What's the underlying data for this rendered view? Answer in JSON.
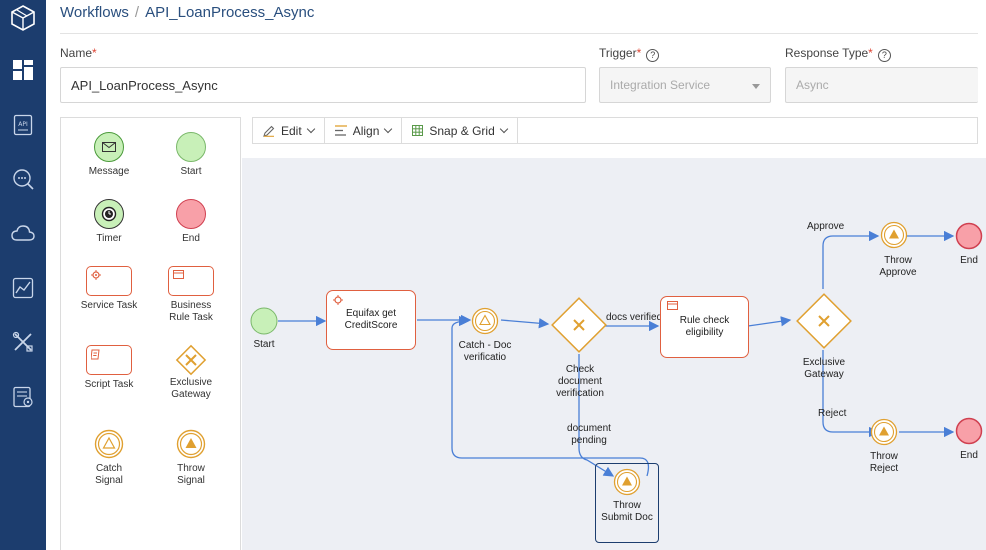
{
  "breadcrumb": {
    "root": "Workflows",
    "separator": "/",
    "current": "API_LoanProcess_Async"
  },
  "form": {
    "name_label": "Name",
    "name_value": "API_LoanProcess_Async",
    "trigger_label": "Trigger",
    "trigger_value": "Integration Service",
    "response_type_label": "Response Type",
    "response_type_value": "Async",
    "required_mark": "*",
    "help_glyph": "?"
  },
  "palette": {
    "items": [
      {
        "label": "Message",
        "icon": "envelope-icon"
      },
      {
        "label": "Start",
        "icon": "start-event-icon"
      },
      {
        "label": "Timer",
        "icon": "clock-icon"
      },
      {
        "label": "End",
        "icon": "end-event-icon"
      },
      {
        "label": "Service Task",
        "icon": "gear-icon"
      },
      {
        "label": "Business Rule Task",
        "icon": "rule-table-icon"
      },
      {
        "label": "Script Task",
        "icon": "script-icon"
      },
      {
        "label": "Exclusive Gateway",
        "icon": "gateway-x-icon"
      },
      {
        "label": "Catch Signal",
        "icon": "signal-catch-icon"
      },
      {
        "label": "Throw Signal",
        "icon": "signal-throw-icon"
      }
    ]
  },
  "toolbar": {
    "edit": "Edit",
    "align": "Align",
    "snap_grid": "Snap & Grid"
  },
  "diagram": {
    "start_label": "Start",
    "task_credit": "Equifax get CreditScore",
    "catch_doc": "Catch - Doc verificatio",
    "gateway_check": "Check document verification",
    "flow_docs_verified": "docs verified",
    "task_rule": "Rule check eligibility",
    "gateway_exclusive": "Exclusive Gateway",
    "flow_approve": "Approve",
    "flow_reject": "Reject",
    "throw_approve": "Throw Approve",
    "throw_reject": "Throw Reject",
    "end_1": "End",
    "end_2": "End",
    "flow_document_pending": "document pending",
    "throw_submit": "Throw Submit Doc"
  },
  "colors": {
    "rail": "#1c3d6e",
    "link": "#2a4f7e",
    "task_border": "#e06040",
    "flow": "#4a7fd6",
    "signal": "#e0a030",
    "start_fill": "#c8f0b8",
    "end_fill": "#f8a0a8"
  }
}
